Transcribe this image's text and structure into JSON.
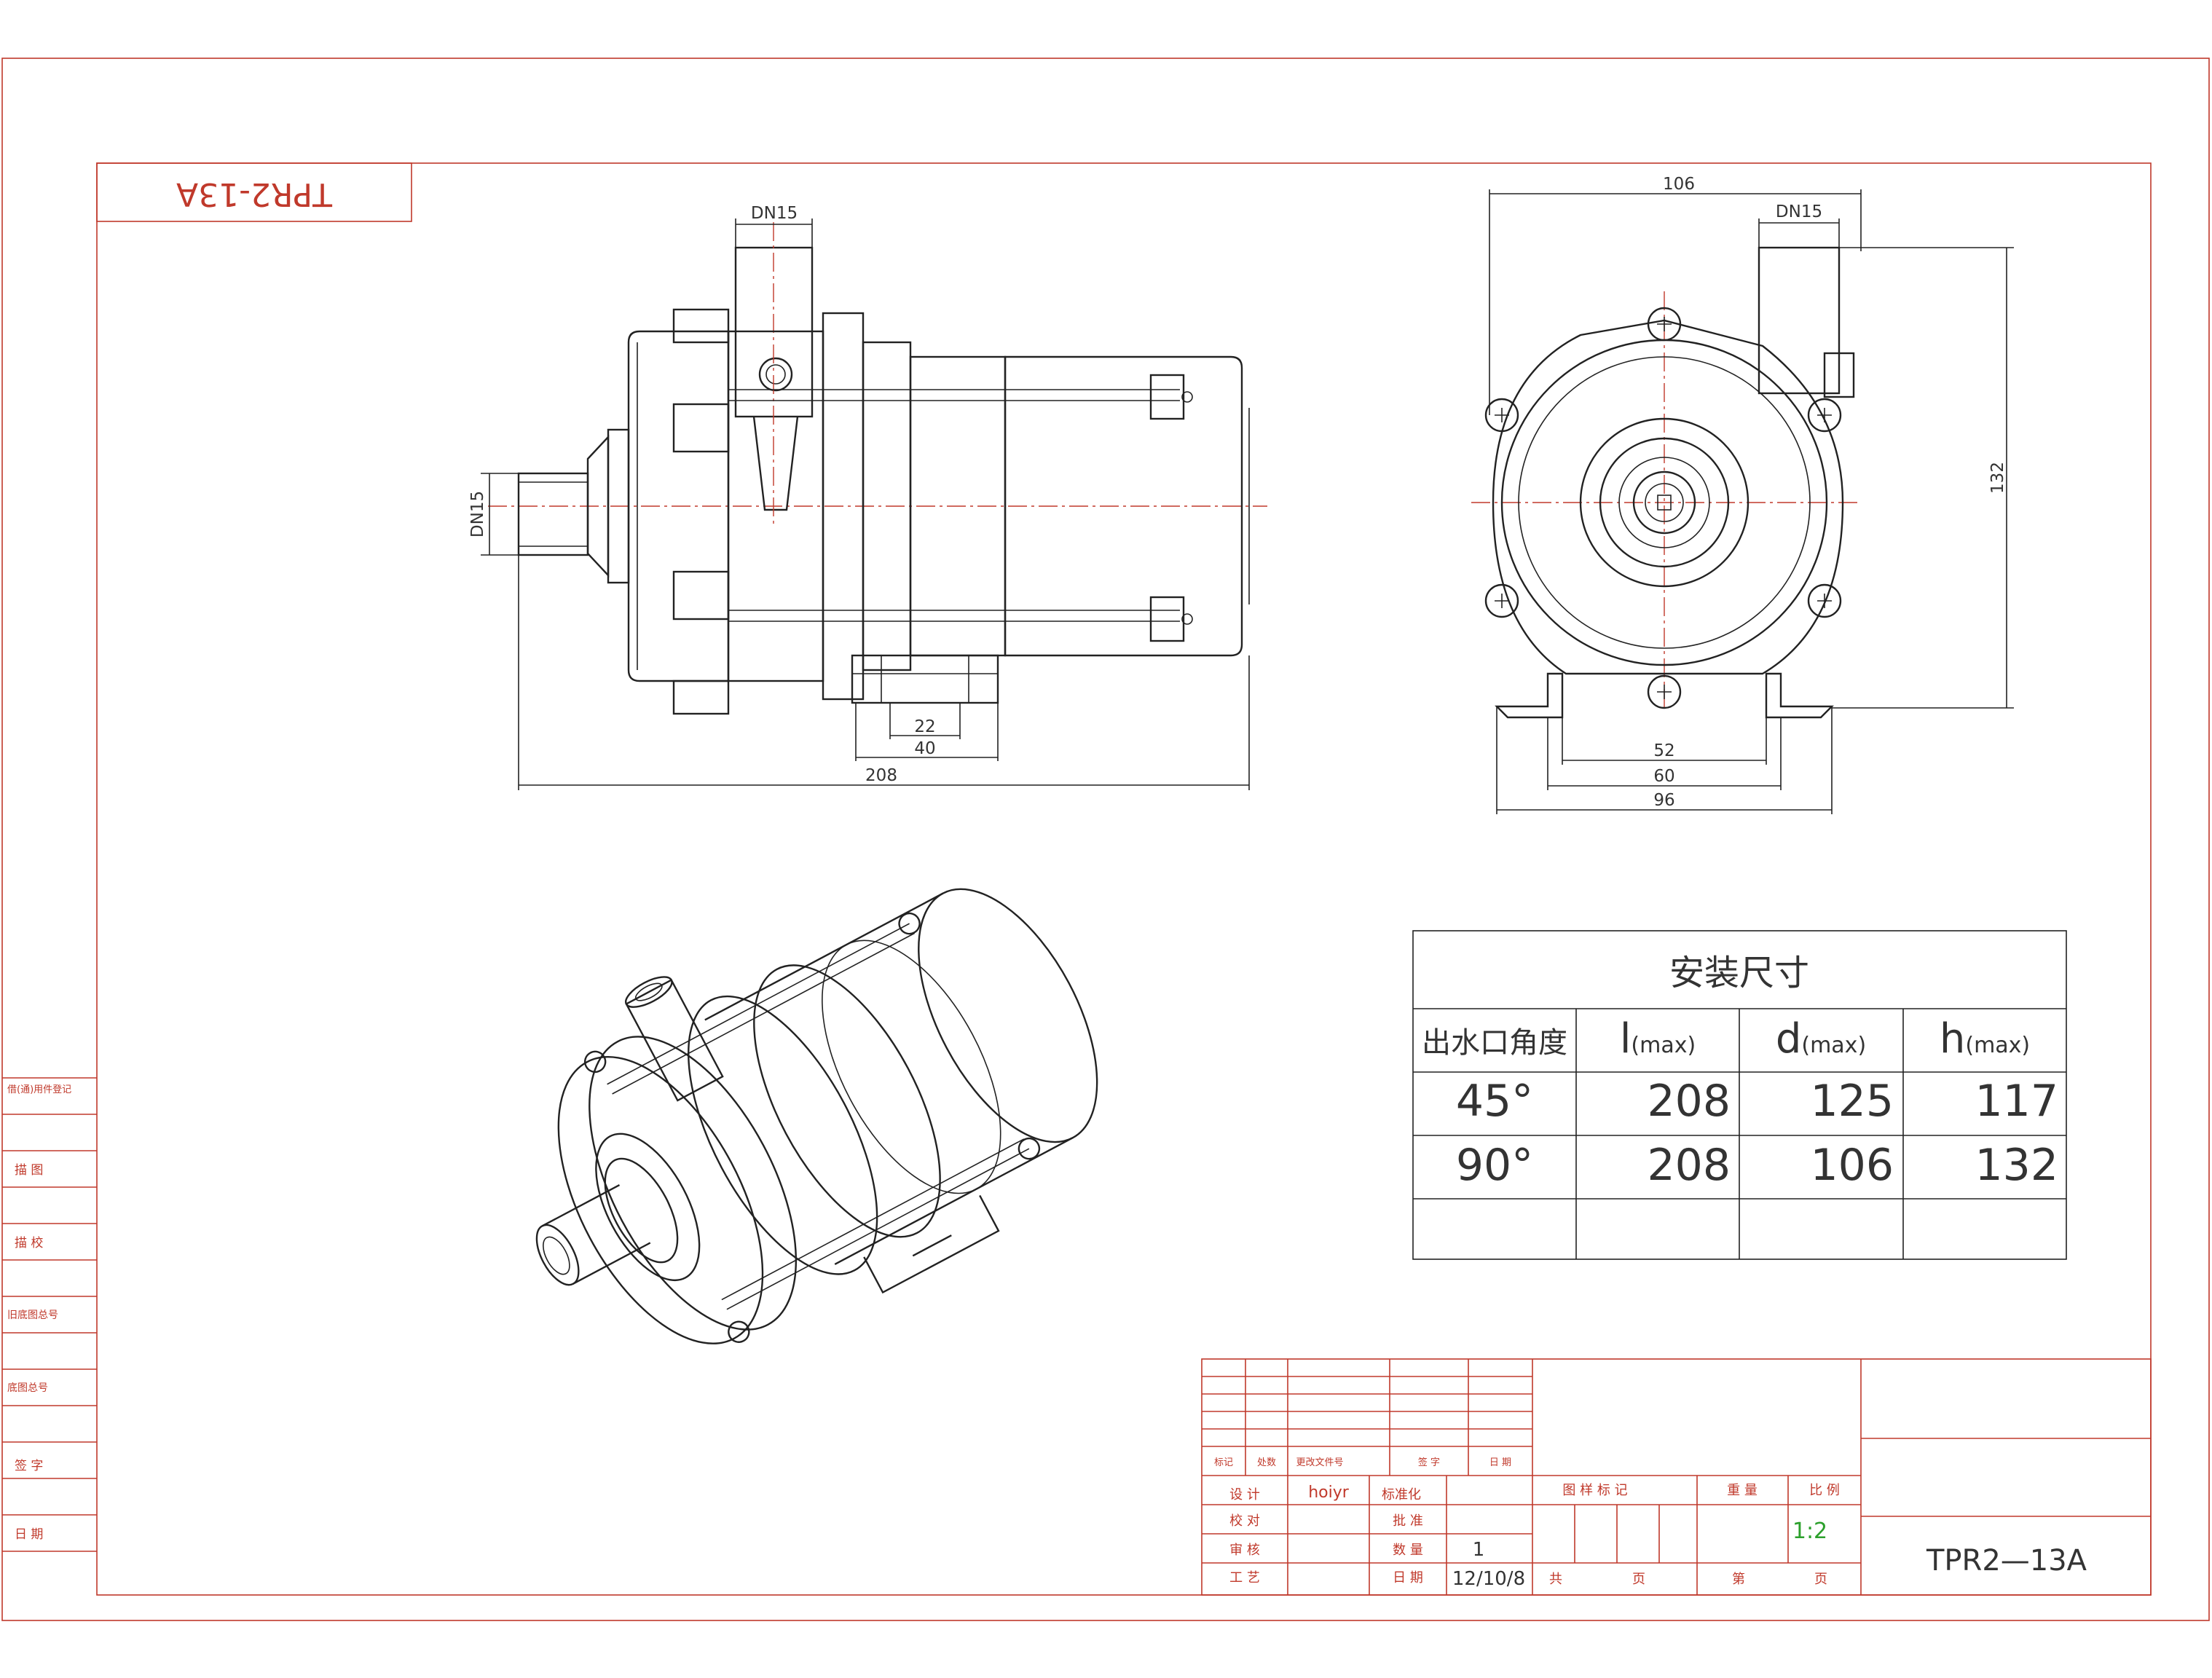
{
  "drawing": {
    "part_code": "TPR2-13A",
    "part_code_mirrored": "TPR2-13A"
  },
  "side_view_dims": {
    "outlet": "DN15",
    "inlet": "DN15",
    "length": "208",
    "base_inner": "22",
    "base_outer": "40"
  },
  "front_view_dims": {
    "width": "106",
    "outlet": "DN15",
    "height": "132",
    "hole_spacing": "52",
    "base_inner": "60",
    "base_width": "96"
  },
  "install_table": {
    "title": "安装尺寸",
    "headers": [
      "出水口角度",
      "l(max)",
      "d(max)",
      "h(max)"
    ],
    "header_main": [
      "出水口角度",
      "l",
      "d",
      "h"
    ],
    "header_sub": [
      "",
      "(max)",
      "(max)",
      "(max)"
    ],
    "rows": [
      [
        "45°",
        "208",
        "125",
        "117"
      ],
      [
        "90°",
        "208",
        "106",
        "132"
      ],
      [
        "",
        "",
        "",
        ""
      ]
    ]
  },
  "left_strip": {
    "labels": [
      "借(通)用件登记",
      "描 图",
      "描 校",
      "旧底图总号",
      "底图总号",
      "签 字",
      "日 期"
    ]
  },
  "title_block": {
    "rev_headers": [
      "标记",
      "处数",
      "更改文件号",
      "签 字",
      "日 期"
    ],
    "design_label": "设 计",
    "designer": "hoiyr",
    "standardize_label": "标准化",
    "check_label": "校 对",
    "approve_label": "批 准",
    "review_label": "审 核",
    "quantity_label": "数 量",
    "quantity": "1",
    "process_label": "工 艺",
    "date_label": "日 期",
    "date": "12/10/8",
    "stage_label": "图 样 标 记",
    "weight_label": "重 量",
    "scale_label": "比 例",
    "scale": "1:2",
    "total_label": "共",
    "page_label": "页",
    "sheet_label": "第",
    "sheet_page_label": "页",
    "drawing_number": "TPR2—13A"
  }
}
